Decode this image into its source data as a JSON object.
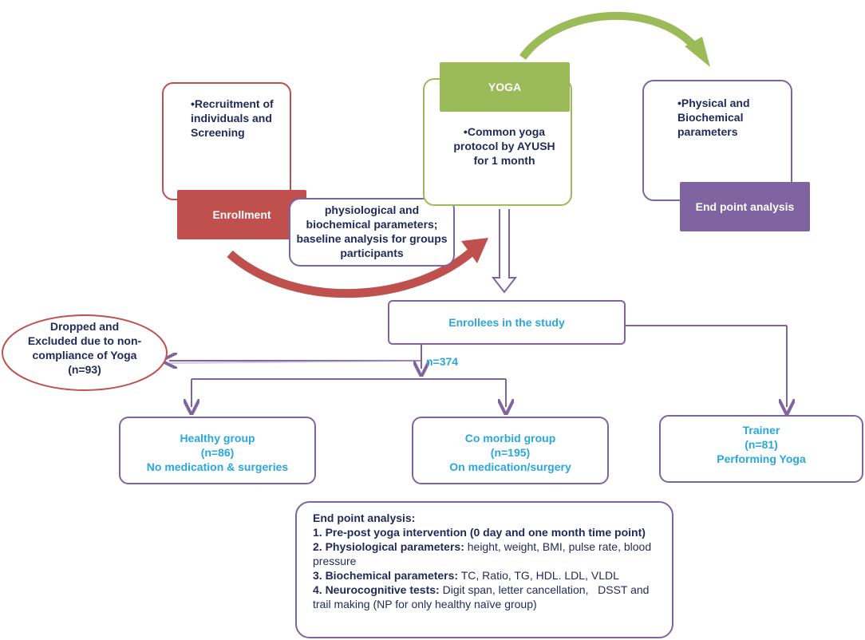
{
  "colors": {
    "red": "#c0504d",
    "green": "#9bbb59",
    "purple": "#8064a2",
    "navy": "#1f2a5a",
    "cyan": "#2aa7dc"
  },
  "top": {
    "recruitment": {
      "text": "Recruitment of individuals and Screening",
      "tab": "Enrollment"
    },
    "baseline": {
      "text": "physiological and biochemical parameters; baseline analysis for groups participants"
    },
    "yoga": {
      "tab": "YOGA",
      "text": "Common yoga protocol by AYUSH for 1 month"
    },
    "endpoint": {
      "text": "Physical and Biochemical parameters",
      "tab": "End point analysis"
    }
  },
  "enrollees": {
    "label": "Enrollees in the study",
    "count": "n=374"
  },
  "dropped": {
    "text": "Dropped and Excluded due to non-compliance of Yoga (n=93)"
  },
  "groups": [
    {
      "title": "Healthy group",
      "n": "(n=86)",
      "desc": "No medication & surgeries"
    },
    {
      "title": "Co morbid group",
      "n": "(n=195)",
      "desc": "On medication/surgery"
    },
    {
      "title": "Trainer",
      "n": "(n=81)",
      "desc": "Performing Yoga"
    }
  ],
  "analysis": {
    "title": "End point analysis:",
    "item1": "1. Pre-post yoga intervention (0 day and one month time point)",
    "item2_label": "2. Physiological parameters:",
    "item2_text": " height, weight, BMI, pulse rate, blood pressure",
    "item3_label": "3. Biochemical parameters:",
    "item3_text": " TC, Ratio, TG, HDL. LDL, VLDL",
    "item4_label": "4. Neurocognitive tests:",
    "item4_text": " Digit span, letter cancellation,   DSST and trail making (NP for only healthy naïve group)"
  }
}
